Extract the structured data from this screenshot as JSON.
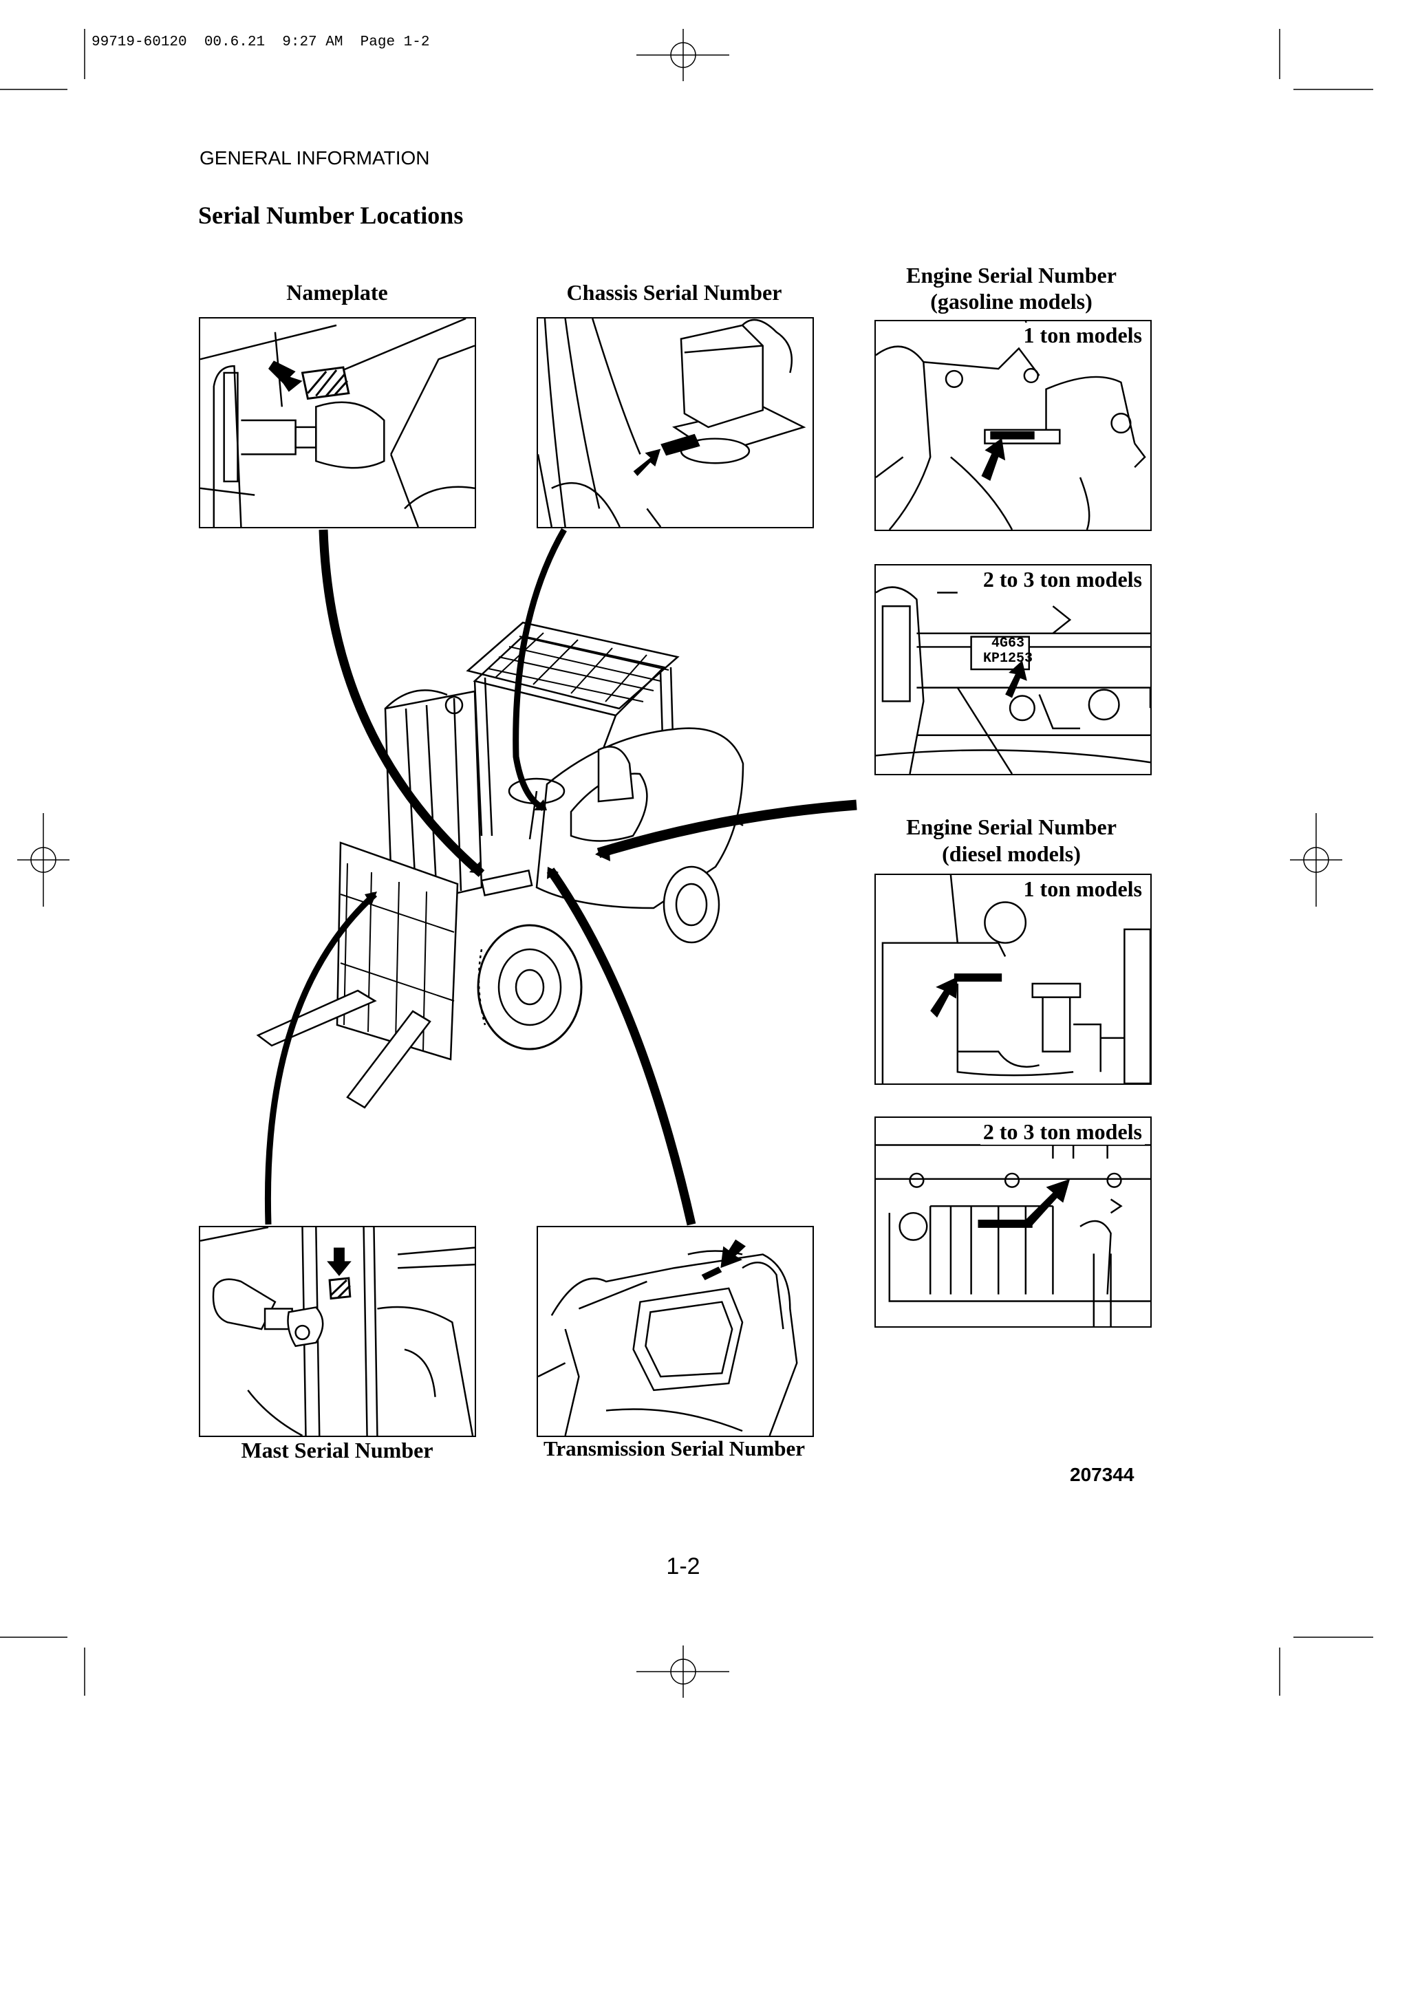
{
  "print_slug": "99719-60120  00.6.21  9:27 AM  Page 1-2",
  "section_header": "GENERAL INFORMATION",
  "page_title": "Serial Number Locations",
  "captions": {
    "nameplate": "Nameplate",
    "chassis": "Chassis Serial Number",
    "engine_gas_line1": "Engine Serial Number",
    "engine_gas_line2": "(gasoline models)",
    "engine_diesel_line1": "Engine Serial Number",
    "engine_diesel_line2": "(diesel models)",
    "mast": "Mast Serial Number",
    "transmission": "Transmission Serial Number"
  },
  "panel_labels": {
    "gas_1ton": "1 ton models",
    "gas_2to3ton": "2 to 3 ton models",
    "diesel_1ton": "1 ton models",
    "diesel_2to3ton": "2 to 3 ton models"
  },
  "plate_text": {
    "line1": "4G63",
    "line2": "KP1253"
  },
  "figure_number": "207344",
  "page_number": "1-2"
}
